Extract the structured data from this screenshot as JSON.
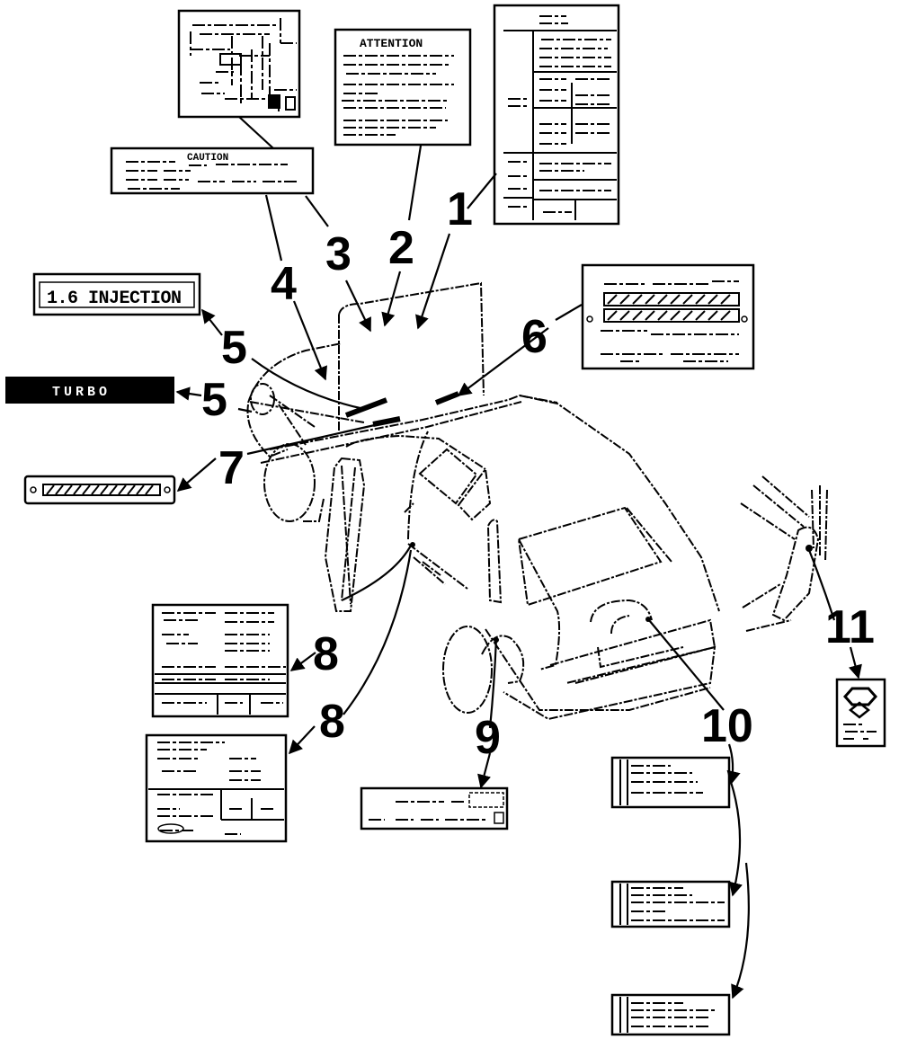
{
  "diagram": {
    "title": "Vehicle labels and decals",
    "callouts": [
      {
        "id": "1",
        "text": "1"
      },
      {
        "id": "2",
        "text": "2"
      },
      {
        "id": "3",
        "text": "3"
      },
      {
        "id": "4",
        "text": "4"
      },
      {
        "id": "5a",
        "text": "5"
      },
      {
        "id": "5b",
        "text": "5"
      },
      {
        "id": "6",
        "text": "6"
      },
      {
        "id": "7",
        "text": "7"
      },
      {
        "id": "8a",
        "text": "8"
      },
      {
        "id": "8b",
        "text": "8"
      },
      {
        "id": "9",
        "text": "9"
      },
      {
        "id": "10",
        "text": "10"
      },
      {
        "id": "11",
        "text": "11"
      }
    ],
    "labels": {
      "emblem_injection": "1.6 INJECTION",
      "emblem_turbo": "TURBO",
      "attention_label": "ATTENTION",
      "caution_label": "CAUTION"
    },
    "colors": {
      "ink": "#000000",
      "paper": "#ffffff"
    }
  }
}
